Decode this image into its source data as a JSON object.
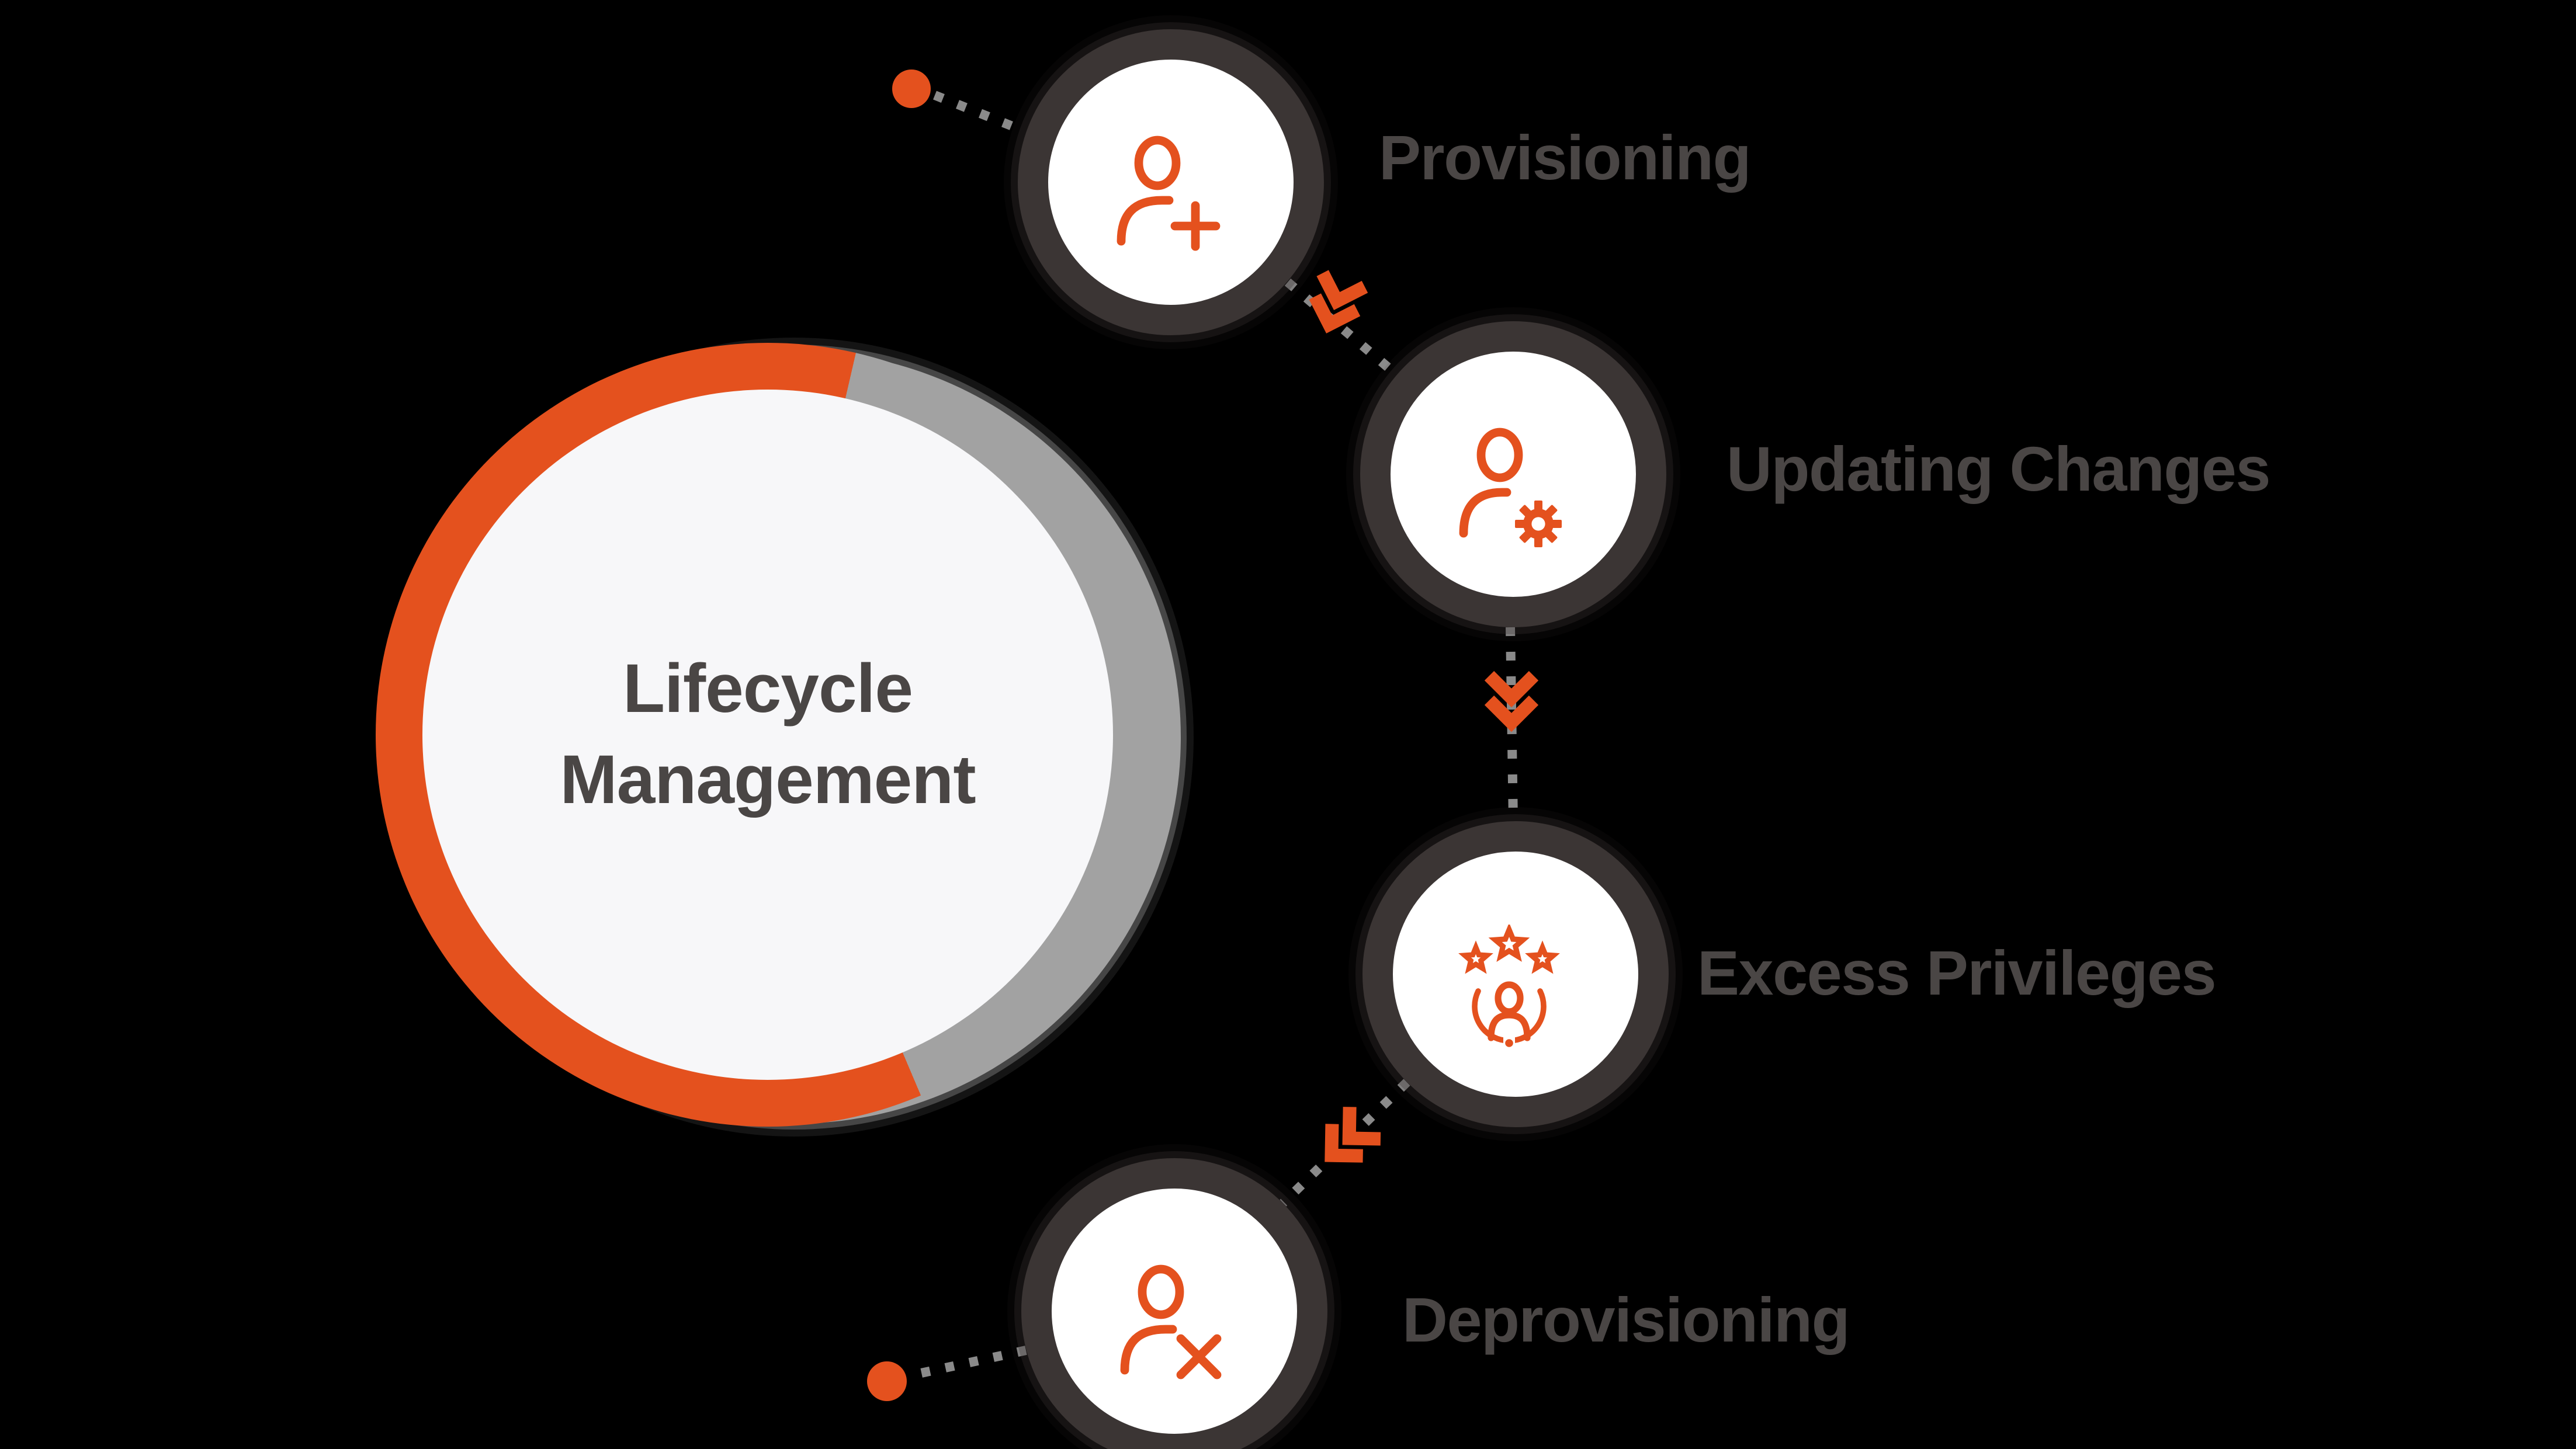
{
  "diagram": {
    "hub": {
      "title_line1": "Lifecycle",
      "title_line2": "Management"
    },
    "steps": [
      {
        "label": "Provisioning",
        "icon": "user-add-icon"
      },
      {
        "label": "Updating Changes",
        "icon": "user-gear-icon"
      },
      {
        "label": "Excess Privileges",
        "icon": "user-stars-icon"
      },
      {
        "label": "Deprovisioning",
        "icon": "user-remove-icon"
      }
    ],
    "colors": {
      "accent": "#E4511E",
      "ring_dark": "#3B3534",
      "ring_gray": "#A2A2A2",
      "hub_fill": "#F7F7F9",
      "node_fill": "#FFFFFF",
      "dash": "#8A8A8A",
      "label_text": "#4A4645",
      "title_text": "#4A4645",
      "background": "#000000"
    }
  }
}
